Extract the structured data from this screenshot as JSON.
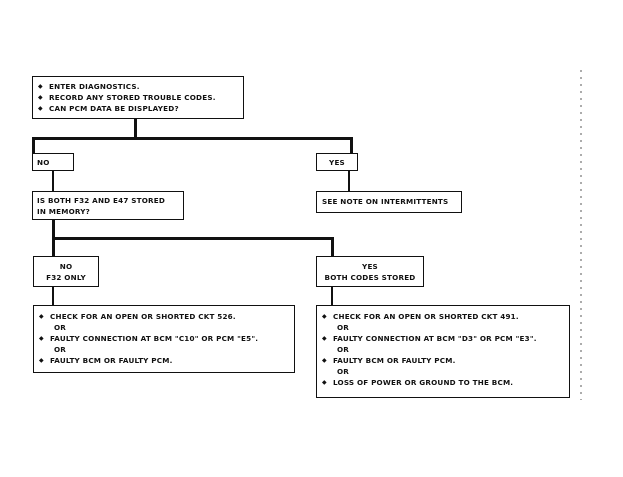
{
  "start": {
    "items": [
      "ENTER DIAGNOSTICS.",
      "RECORD ANY STORED TROUBLE CODES.",
      "CAN PCM DATA BE DISPLAYED?"
    ]
  },
  "branch1": {
    "no": "NO",
    "yes": "YES"
  },
  "question2": {
    "line1": "IS BOTH F32 AND E47 STORED",
    "line2": "IN MEMORY?"
  },
  "note": "SEE NOTE ON INTERMITTENTS",
  "branch2": {
    "no_line1": "NO",
    "no_line2": "F32 ONLY",
    "yes_line1": "YES",
    "yes_line2": "BOTH CODES STORED"
  },
  "left_actions": {
    "items": [
      "CHECK FOR AN OPEN OR SHORTED CKT 526.",
      "FAULTY CONNECTION AT BCM \"C10\" OR PCM \"E5\".",
      "FAULTY BCM OR FAULTY PCM."
    ],
    "or": "OR"
  },
  "right_actions": {
    "items": [
      "CHECK FOR AN OPEN OR SHORTED CKT 491.",
      "FAULTY CONNECTION AT BCM \"D3\" OR PCM \"E3\".",
      "FAULTY BCM OR FAULTY PCM.",
      "LOSS OF POWER OR GROUND TO THE BCM."
    ],
    "or": "OR"
  },
  "colors": {
    "ink": "#111111",
    "background": "#ffffff"
  }
}
